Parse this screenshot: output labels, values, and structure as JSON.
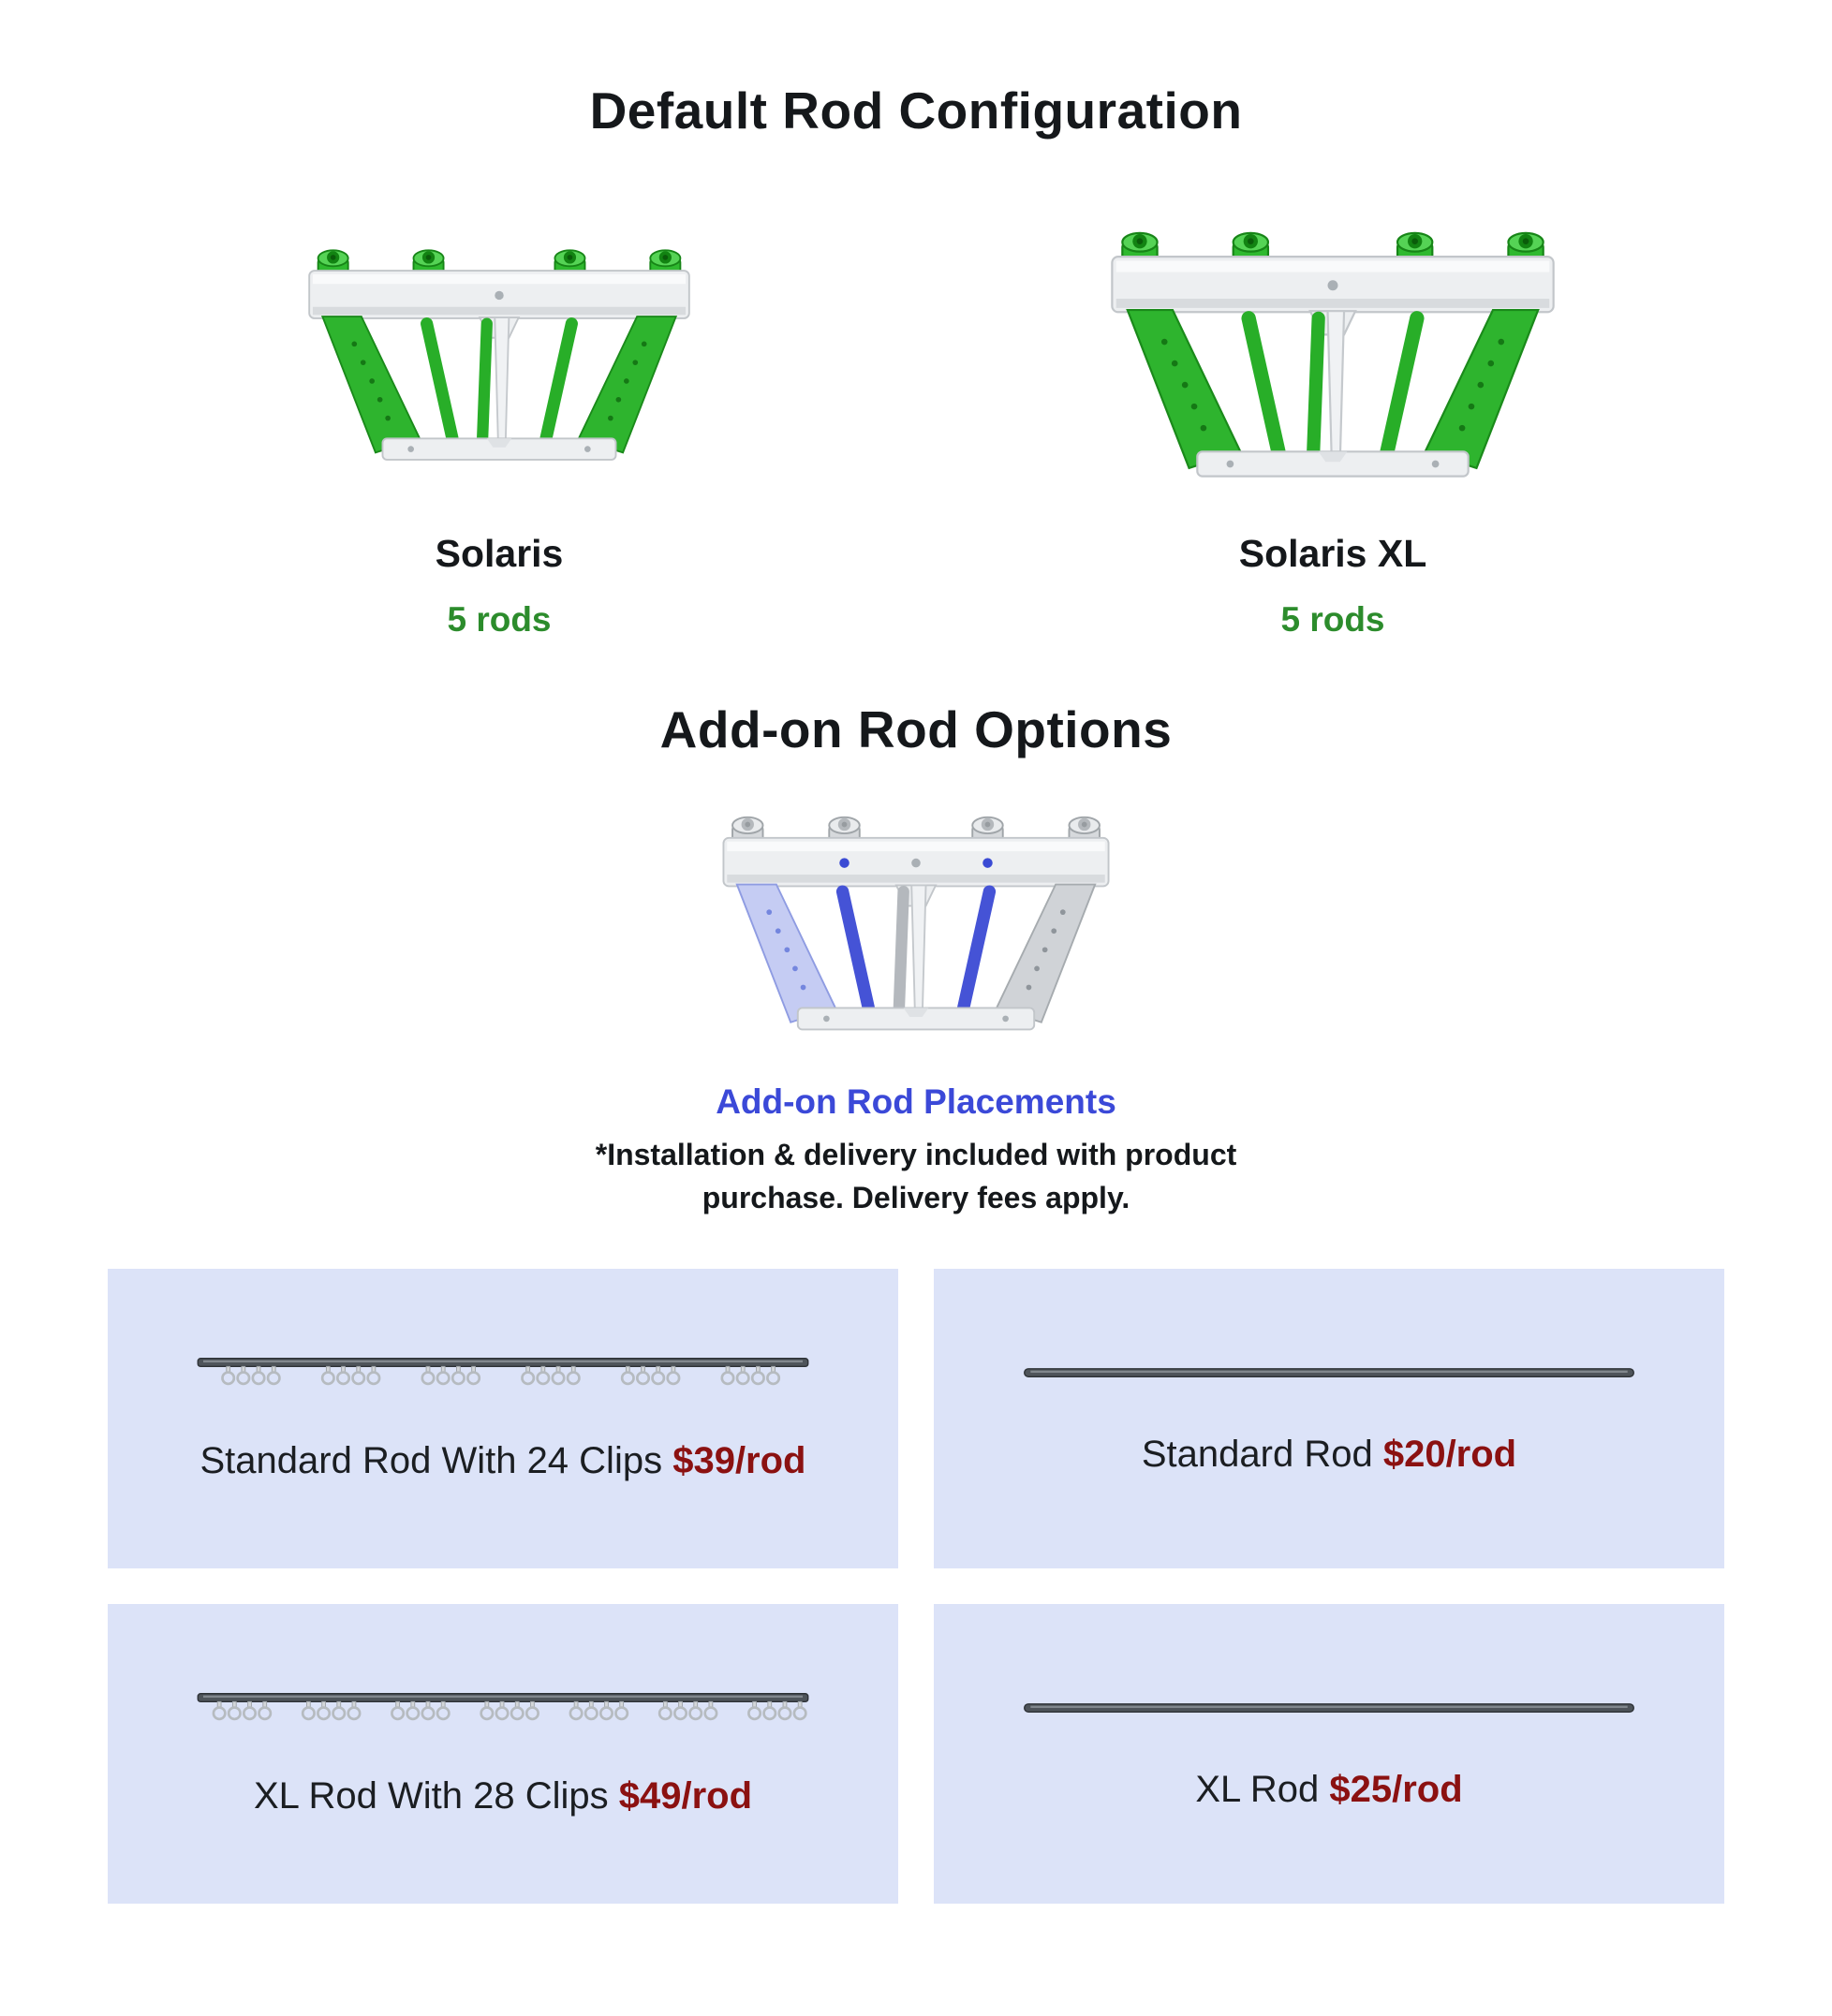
{
  "page": {
    "title": "Default Rod Configuration",
    "addon_heading": "Add-on Rod Options"
  },
  "products": [
    {
      "name": "Solaris",
      "rod_count": "5 rods"
    },
    {
      "name": "Solaris XL",
      "rod_count": "5 rods"
    }
  ],
  "addon": {
    "placement_label": "Add-on Rod Placements",
    "note_line1": "*Installation & delivery included with product",
    "note_line2": "purchase. Delivery fees apply."
  },
  "cards": [
    {
      "label": "Standard Rod With 24 Clips",
      "price": "$39/rod",
      "clip_count": 24
    },
    {
      "label": "Standard Rod",
      "price": "$20/rod",
      "clip_count": 0
    },
    {
      "label": "XL Rod With 28 Clips",
      "price": "$49/rod",
      "clip_count": 28
    },
    {
      "label": "XL Rod",
      "price": "$25/rod",
      "clip_count": 0
    }
  ],
  "colors": {
    "rod_green": "#2eb42e",
    "rod_blue": "#4553d6",
    "green_text": "#2c8c2c",
    "blue_text": "#3b49d8",
    "price_red": "#8b1111",
    "card_bg": "#dce3f8"
  }
}
